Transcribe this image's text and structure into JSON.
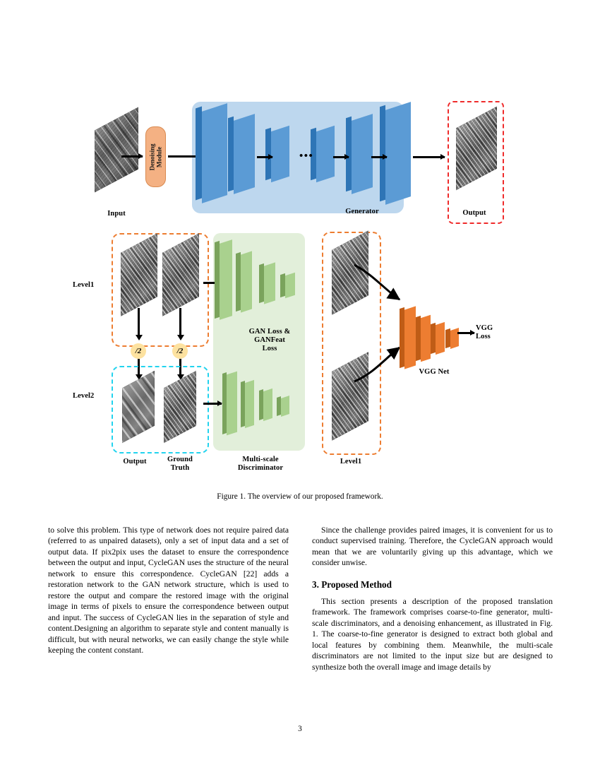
{
  "figure": {
    "caption": "Figure 1. The overview of our proposed framework.",
    "top_row": {
      "input_label": "Input",
      "denoising_module_label": "Denoising\nModule",
      "denoising_line1": "Denoising",
      "denoising_line2": "Module",
      "generator_label": "Generator",
      "output_label": "Output"
    },
    "bottom_row": {
      "level1_label": "Level1",
      "level2_label": "Level2",
      "downsample_label": "/2",
      "output_label": "Output",
      "ground_truth_line1": "Ground",
      "ground_truth_line2": "Truth",
      "gan_loss_line1": "GAN Loss &",
      "gan_loss_line2": "GANFeat",
      "gan_loss_line3": "Loss",
      "discriminator_line1": "Multi-scale",
      "discriminator_line2": "Discriminator",
      "vgg_level1_label": "Level1",
      "vgg_net_label": "VGG Net",
      "vgg_loss_line1": "VGG",
      "vgg_loss_line2": "Loss"
    },
    "colors": {
      "generator_panel": "#bdd7ee",
      "generator_slab": "#5b9bd5",
      "generator_slab_side": "#2e75b6",
      "denoise_module": "#f4b183",
      "discriminator_panel": "#e2efda",
      "discriminator_slab": "#a9d18e",
      "discriminator_slab_side": "#7aa35c",
      "vgg_slab": "#ed7d31",
      "vgg_slab_side": "#bf5c16",
      "dashed_orange": "#ed7d31",
      "dashed_cyan": "#22d3ee",
      "dashed_red": "#ef2b2b",
      "downsample_circle": "#fde2a0"
    }
  },
  "body": {
    "left_column": {
      "paragraph_1": "to solve this problem. This type of network does not require paired data (referred to as unpaired datasets), only a set of input data and a set of output data. If pix2pix uses the dataset to ensure the correspondence between the output and input, CycleGAN uses the structure of the neural network to ensure this correspondence. CycleGAN [22] adds a restoration network to the GAN network structure, which is used to restore the output and compare the restored image with the original image in terms of pixels to ensure the correspondence between output and input. The success of CycleGAN lies in the separation of style and content.Designing an algorithm to separate style and content manually is difficult, but with neural networks, we can easily change the style while keeping the content constant."
    },
    "right_column": {
      "paragraph_1": "Since the challenge provides paired images, it is convenient for us to conduct supervised training. Therefore, the CycleGAN approach would mean that we are voluntarily giving up this advantage, which we consider unwise.",
      "section_heading": "3. Proposed Method",
      "paragraph_2": "This section presents a description of the proposed translation framework. The framework comprises coarse-to-fine generator, multi-scale discriminators, and a denoising enhancement, as illustrated in Fig. 1. The coarse-to-fine generator is designed to extract both global and local features by combining them. Meanwhile, the multi-scale discriminators are not limited to the input size but are designed to synthesize both the overall image and image details by"
    }
  },
  "page_number": "3"
}
